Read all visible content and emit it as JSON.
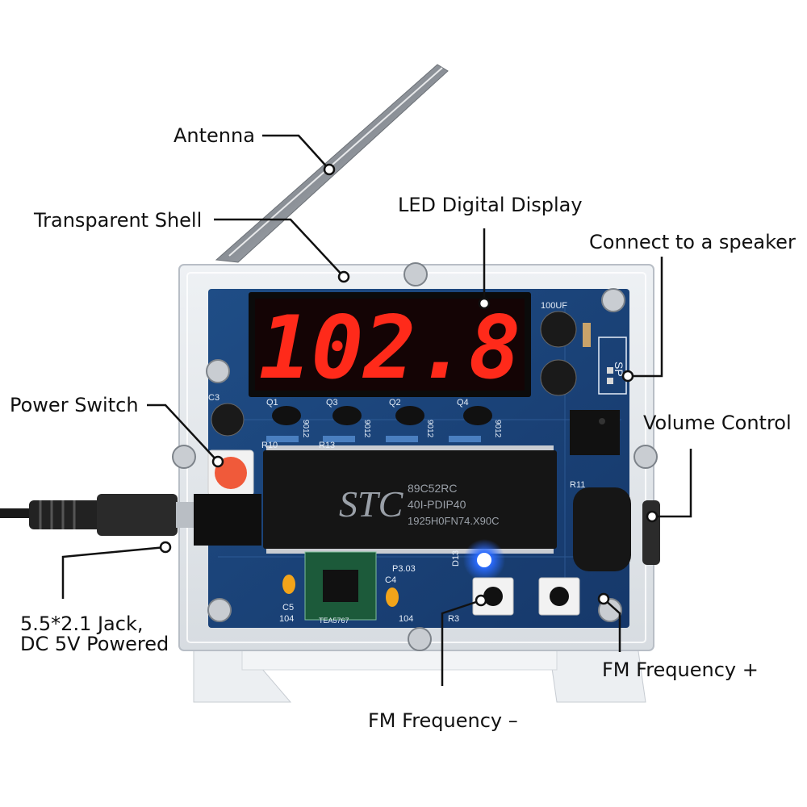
{
  "labels": {
    "antenna": "Antenna",
    "transparent_shell": "Transparent Shell",
    "led_display": "LED Digital Display",
    "speaker": "Connect to a speaker",
    "power_switch": "Power Switch",
    "volume_control": "Volume Control",
    "jack_line1": "5.5*2.1 Jack,",
    "jack_line2": "DC 5V Powered",
    "fm_plus": "FM Frequency +",
    "fm_minus": "FM Frequency –"
  },
  "device": {
    "display_value": "102.8",
    "chip_brand": "STC",
    "chip_model": "89C52RC",
    "chip_package": "40I-PDIP40",
    "chip_code": "1925H0FN74.X90C",
    "cap_label": "100UF",
    "speaker_pad": "SP",
    "transistors": [
      "Q1",
      "Q3",
      "Q2",
      "Q4"
    ],
    "transistor_part": "9012",
    "fm_chip": "TEA5767",
    "small_labels": [
      "R10",
      "R13",
      "R11",
      "C3",
      "C4",
      "C5",
      "104",
      "104",
      "D13",
      "P3.03",
      "R3"
    ]
  },
  "colors": {
    "pcb": "#1f4d86",
    "led_on": "#ff2a1a",
    "led_bezel": "#0b0b0b",
    "acrylic": "#e9ecef",
    "power_button": "#f05a3a",
    "blue_led": "#2a6bff"
  }
}
